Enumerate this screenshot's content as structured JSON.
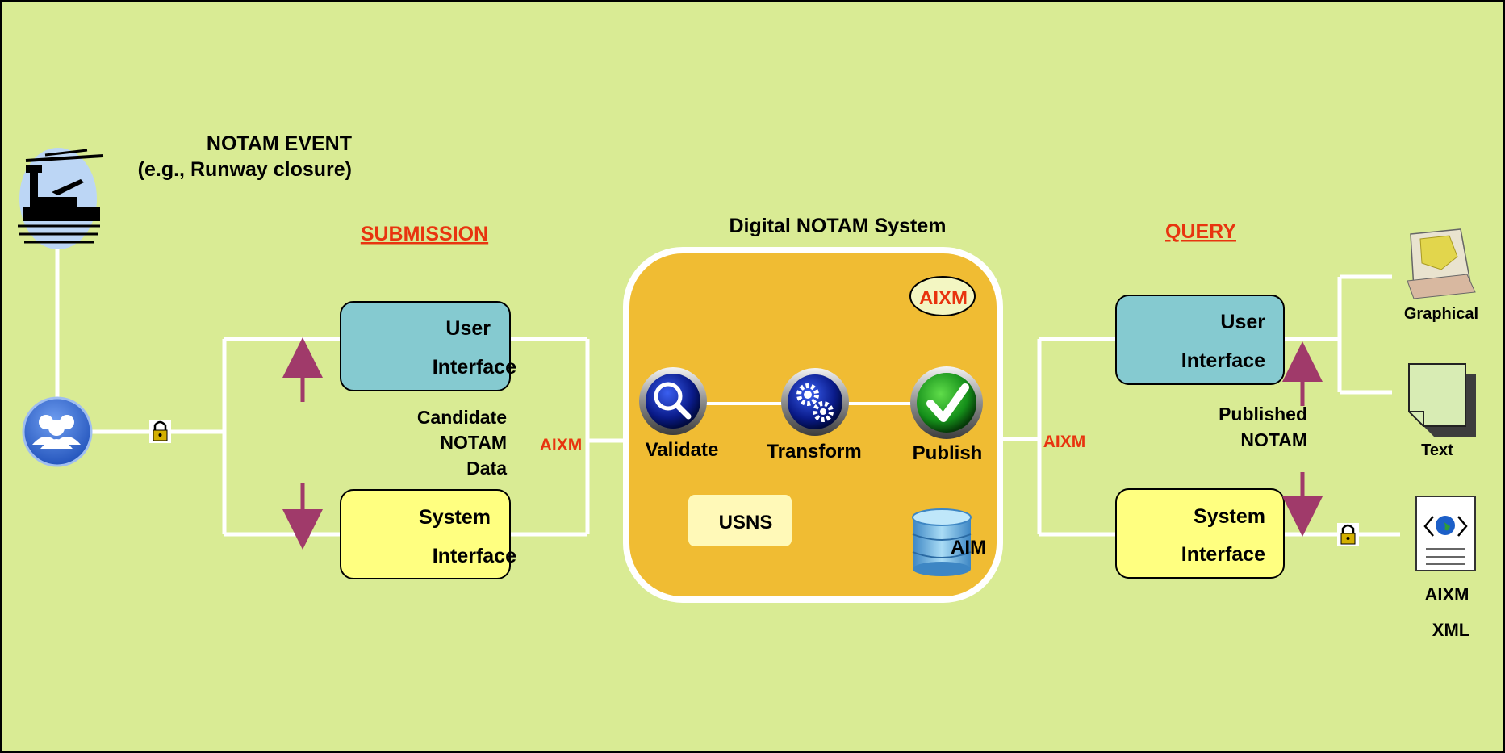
{
  "colors": {
    "background": "#d9eb94",
    "border": "#000000",
    "line": "#ffffff",
    "user_box": "#85cad0",
    "system_box": "#ffff80",
    "core_panel": "#f0bc33",
    "accent_red": "#e8340f",
    "arrow": "#a03a6a",
    "usns_box": "#fff9b8"
  },
  "event": {
    "title": "NOTAM EVENT",
    "subtitle": "(e.g., Runway closure)",
    "icon": "airport-tower-icon"
  },
  "users_icon": "users-group-icon",
  "submission": {
    "heading": "SUBMISSION",
    "user_interface": [
      "User",
      "Interface"
    ],
    "system_interface": [
      "System",
      "Interface"
    ],
    "candidate_label": [
      "Candidate",
      "NOTAM",
      "Data"
    ],
    "link_label": "AIXM"
  },
  "core": {
    "title": "Digital NOTAM System",
    "badge": "AIXM",
    "steps": [
      {
        "label": "Validate",
        "icon": "magnifier-icon"
      },
      {
        "label": "Transform",
        "icon": "gears-icon"
      },
      {
        "label": "Publish",
        "icon": "checkmark-icon"
      }
    ],
    "usns": "USNS",
    "database": {
      "label": "AIM",
      "icon": "database-icon"
    }
  },
  "query": {
    "heading": "QUERY",
    "user_interface": [
      "User",
      "Interface"
    ],
    "system_interface": [
      "System",
      "Interface"
    ],
    "published_label": [
      "Published",
      "NOTAM"
    ],
    "link_label": "AIXM"
  },
  "outputs": {
    "graphical": {
      "label": "Graphical",
      "icon": "map-icon"
    },
    "text": {
      "label": "Text",
      "icon": "document-icon"
    },
    "xml": {
      "label": [
        "AIXM",
        "XML"
      ],
      "icon": "xml-document-icon"
    }
  },
  "lock_icon": "padlock-icon"
}
